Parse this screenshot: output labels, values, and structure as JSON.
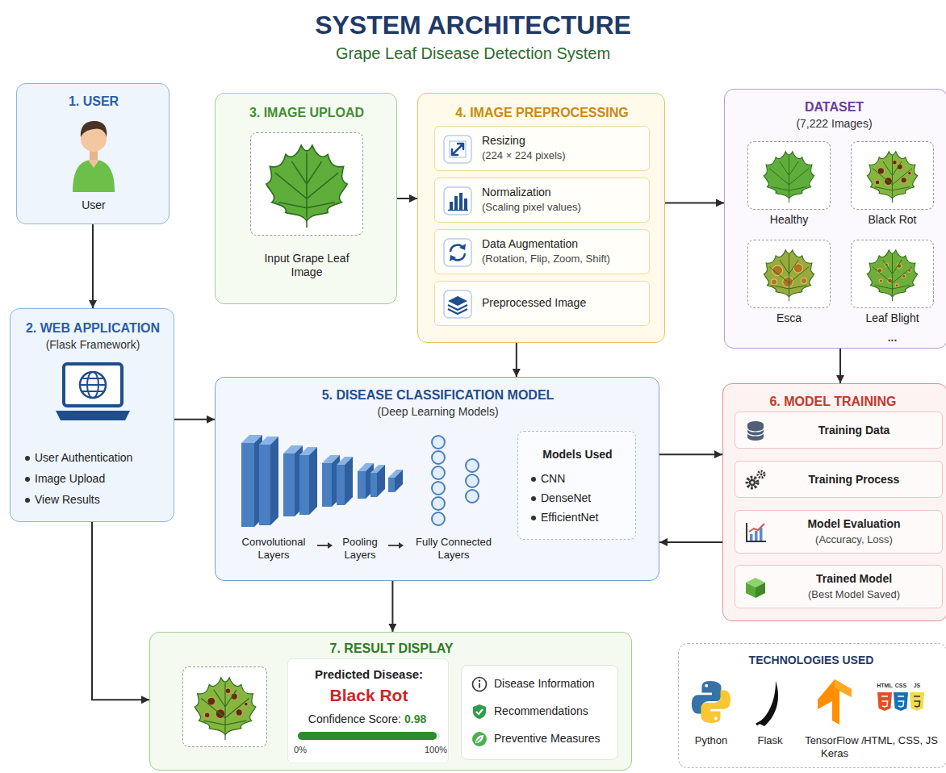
{
  "diagram": {
    "title": "SYSTEM ARCHITECTURE",
    "nodes": [
      {
        "text": [
          "1. USER",
          "User"
        ]
      },
      {
        "text": [
          "2. WEB APPLICATION",
          "(Flask Framework)",
          "User Authentication",
          "Image Upload",
          "View Results"
        ]
      },
      {
        "text": [
          "3. IMAGE UPLOAD",
          "Input Grape Leaf Image"
        ]
      },
      {
        "text": [
          "4. IMAGE PREPROCESSING"
        ]
      },
      {
        "text": [
          "Resizing",
          "(224 × 224 pixels)"
        ],
        "in": 3
      },
      {
        "text": [
          "Normalization",
          "(Scaling pixel values)"
        ],
        "in": 3
      },
      {
        "text": [
          "Data Augmentation",
          "(Rotation, Flip, Zoom, Shift)"
        ],
        "in": 3
      },
      {
        "text": [
          "Preprocessed Image"
        ],
        "in": 3
      },
      {
        "text": [
          "DATASET",
          "(7,222 Images)",
          "..."
        ]
      },
      {
        "text": [
          "Healthy"
        ],
        "in": 8
      },
      {
        "text": [
          "Black Rot"
        ],
        "in": 8
      },
      {
        "text": [
          "Esca"
        ],
        "in": 8
      },
      {
        "text": [
          "Leaf Blight"
        ],
        "in": 8
      },
      {
        "text": [
          "5. DISEASE CLASSIFICATION MODEL",
          "(Deep Learning Models)",
          "Convolutional Layers",
          "Pooling Layers",
          "Fully Connected Layers"
        ]
      },
      {
        "text": [
          "Models Used",
          "CNN",
          "DenseNet",
          "EfficientNet"
        ],
        "in": 13
      },
      {
        "text": [
          "6. MODEL TRAINING"
        ]
      },
      {
        "text": [
          "Training Data"
        ],
        "in": 15
      },
      {
        "text": [
          "Training Process"
        ],
        "in": 15
      },
      {
        "text": [
          "Model Evaluation",
          "(Accuracy, Loss)"
        ],
        "in": 15
      },
      {
        "text": [
          "Trained Model",
          "(Best Model Saved)"
        ],
        "in": 15
      },
      {
        "text": [
          "7. RESULT DISPLAY"
        ]
      },
      {
        "text": [
          "Predicted Disease:",
          "Black Rot",
          "Confidence Score:",
          "0.98",
          "0%",
          "100%"
        ],
        "in": 20
      },
      {
        "text": [
          "Disease Information",
          "Recommendations",
          "Preventive Measures"
        ],
        "in": 20
      },
      {
        "text": [
          "TECHNOLOGIES USED",
          "Python",
          "Flask",
          "TensorFlow / Keras",
          "HTML, CSS, JS"
        ]
      }
    ],
    "edges": [
      {
        "from": 0,
        "to": 1,
        "arrow": "to"
      },
      {
        "from": 2,
        "to": 3,
        "arrow": "to"
      },
      {
        "from": 3,
        "to": 8,
        "arrow": "to"
      },
      {
        "from": 3,
        "to": 13,
        "arrow": "to"
      },
      {
        "from": 1,
        "to": 13,
        "arrow": "to"
      },
      {
        "from": 8,
        "to": 15,
        "arrow": "to"
      },
      {
        "from": 13,
        "to": 15,
        "arrow": "to"
      },
      {
        "from": 15,
        "to": 13,
        "arrow": "to"
      },
      {
        "from": 13,
        "to": 20,
        "arrow": "to"
      },
      {
        "from": 1,
        "to": 20,
        "arrow": "to"
      },
      {
        "from": 16,
        "to": 17,
        "arrow": "to"
      },
      {
        "from": 17,
        "to": 18,
        "arrow": "to"
      },
      {
        "from": 18,
        "to": 19,
        "arrow": "to"
      }
    ],
    "labels": [
      "Grape Leaf Disease Detection System",
      "HTML",
      "CSS",
      "JS"
    ]
  }
}
